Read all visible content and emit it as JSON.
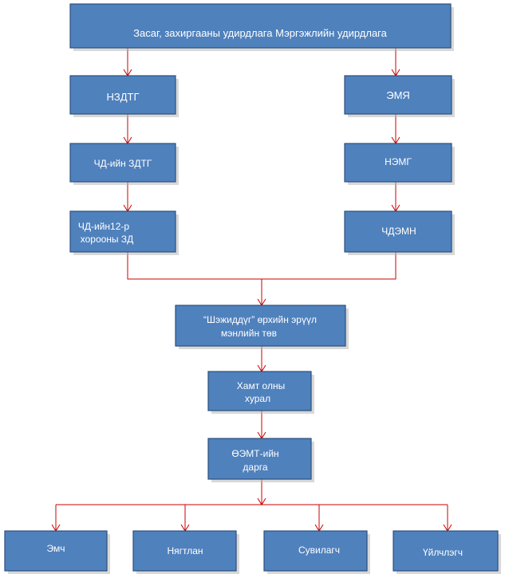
{
  "nodes": {
    "ministry": "Засаг, захиргааны удирдлага Мэргэжлийн удирдлага",
    "ndtg": "НЗДТГ",
    "emya": "ЭМЯ",
    "chd_zdtg": "ЧД-ийн ЗДТГ",
    "nemg": "НЭМГ",
    "chd_khoroo_line1": "ЧД-ийн12-р",
    "chd_khoroo_line2": "хорооны  ЗД",
    "chdemn": "ЧДЭМН",
    "center_line1": "“Шэжиддүг” өрхийн  эрүүл",
    "center_line2": "мэнлийн төв",
    "assembly_line1": "Хамт олны",
    "assembly_line2": "хурал",
    "director_line1": "ӨЭМТ-ийн",
    "director_line2": "дарга",
    "doctor": "Эмч",
    "accountant": "Нягтлан",
    "nurse": "Сувилагч",
    "cleaner": "Үйлчлэгч"
  },
  "colors": {
    "box_fill": "#4f81bd",
    "box_border": "#2c4f7c",
    "connector": "#cc0000",
    "text": "#ffffff"
  }
}
